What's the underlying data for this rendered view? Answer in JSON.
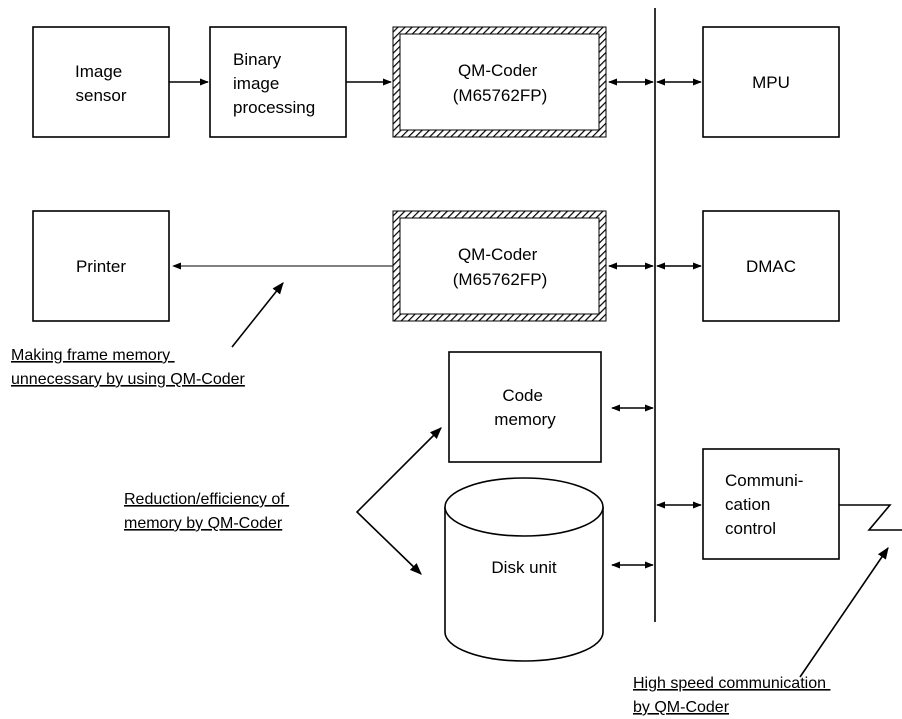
{
  "blocks": {
    "image_sensor": [
      "Image",
      "sensor"
    ],
    "binary_processing": [
      "Binary",
      "image",
      "processing"
    ],
    "qm_coder_top": [
      "QM-Coder",
      "(M65762FP)"
    ],
    "mpu": [
      "MPU"
    ],
    "printer": [
      "Printer"
    ],
    "qm_coder_mid": [
      "QM-Coder",
      "(M65762FP)"
    ],
    "dmac": [
      "DMAC"
    ],
    "code_memory": [
      "Code",
      "memory"
    ],
    "disk_unit": [
      "Disk unit"
    ],
    "comm_control": [
      "Communi-",
      "cation",
      "control"
    ]
  },
  "annotations": {
    "frame_memory": [
      "Making frame memory",
      "unnecessary by using QM-Coder"
    ],
    "reduction": [
      "Reduction/efficiency of",
      "memory by QM-Coder"
    ],
    "high_speed": [
      "High speed communication",
      "by QM-Coder"
    ]
  },
  "style": {
    "line_color": "#000000",
    "background": "#ffffff"
  }
}
